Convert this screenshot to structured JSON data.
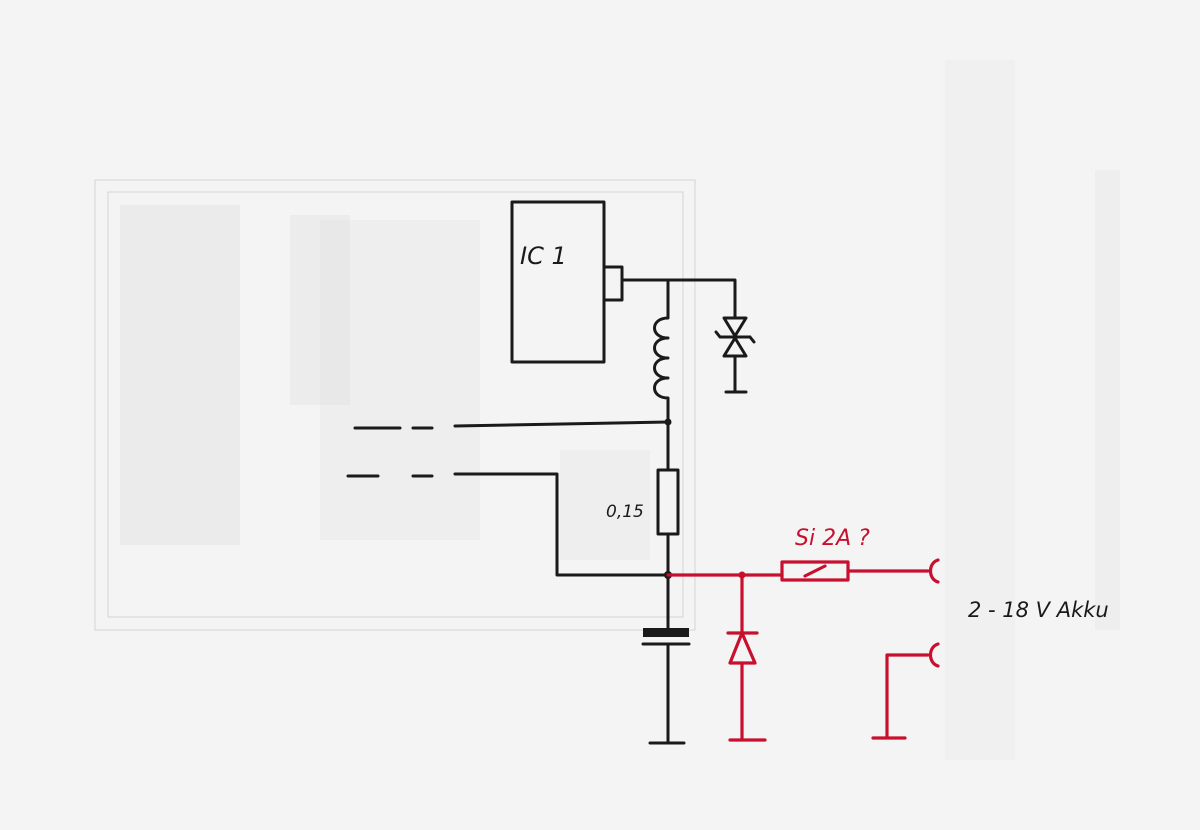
{
  "labels": {
    "ic": "IC 1",
    "resistor": "0,15",
    "fuse": "Si 2A ?",
    "supply": "2 - 18 V Akku"
  },
  "colors": {
    "ink": "#1a1a1a",
    "red": "#c8102e",
    "paper": "#f4f4f4"
  }
}
